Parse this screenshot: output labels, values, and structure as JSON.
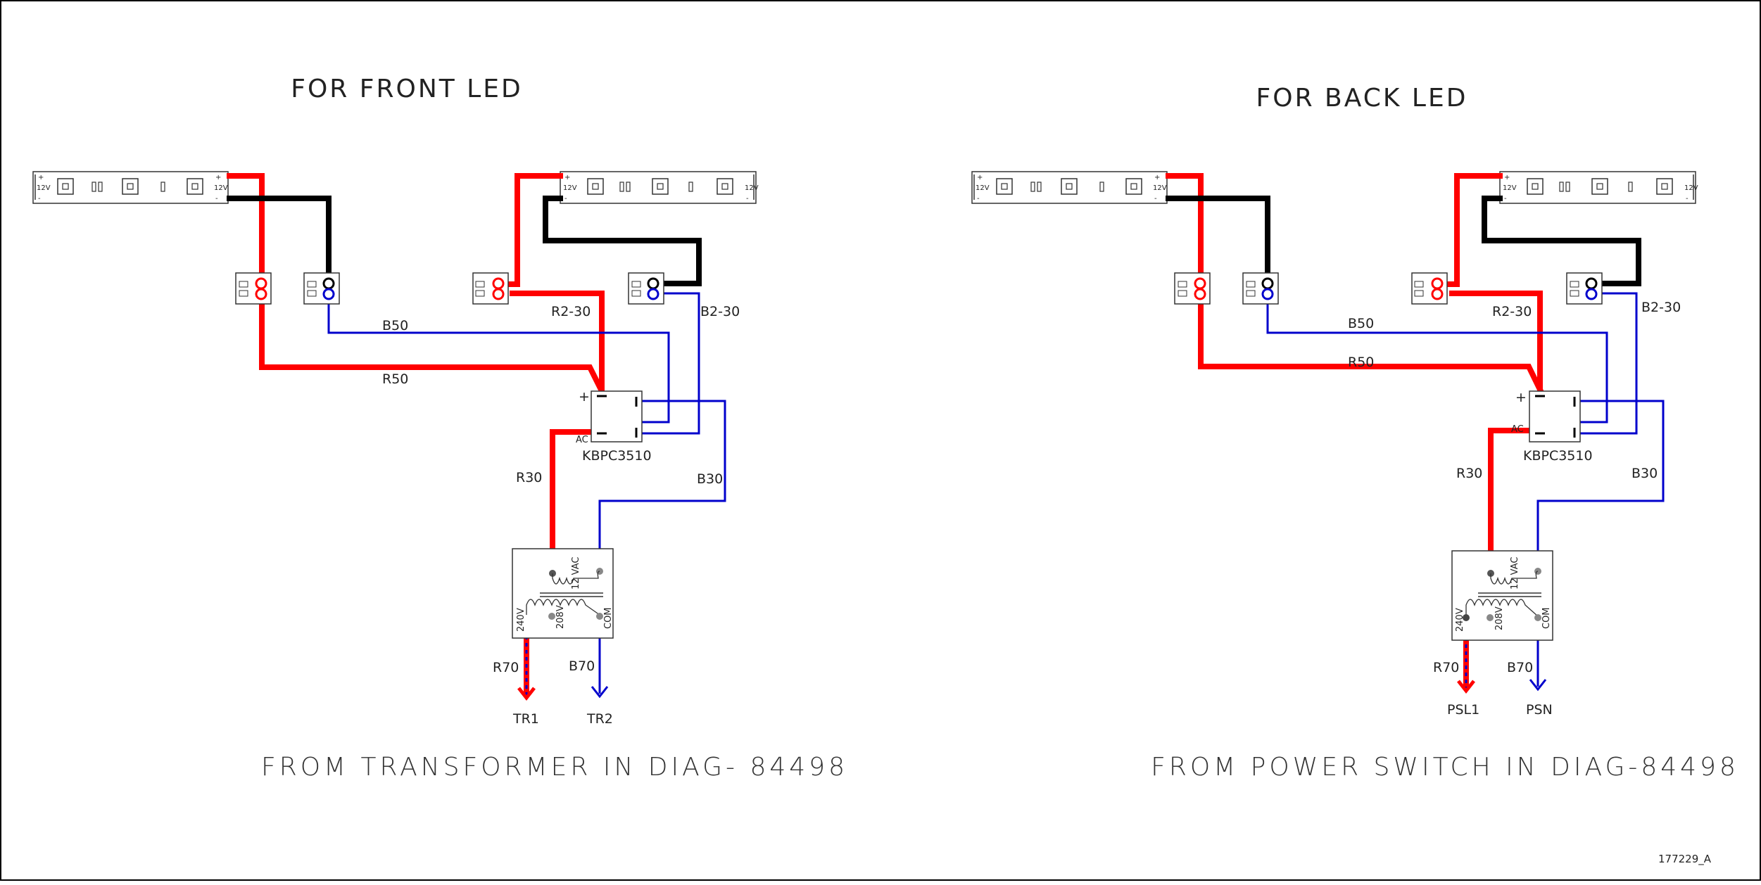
{
  "left": {
    "title": "FOR FRONT LED",
    "footer": "FROM TRANSFORMER IN DIAG- 84498",
    "wires": {
      "b50": "B50",
      "r50": "R50",
      "r2_30": "R2-30",
      "b2_30": "B2-30",
      "r30": "R30",
      "b30": "B30",
      "r70": "R70",
      "b70": "B70"
    },
    "rectifier": {
      "name": "KBPC3510",
      "plus": "+",
      "ac": "AC"
    },
    "transformer": {
      "secondary": "12 VAC",
      "tap1": "240V",
      "tap2": "208V",
      "com": "COM"
    },
    "terminals": {
      "a": "TR1",
      "b": "TR2"
    },
    "strip": {
      "plus": "+",
      "minus": "-",
      "voltage": "12V"
    }
  },
  "right": {
    "title": "FOR BACK LED",
    "footer": "FROM POWER SWITCH IN DIAG-84498",
    "wires": {
      "b50": "B50",
      "r50": "R50",
      "r2_30": "R2-30",
      "b2_30": "B2-30",
      "r30": "R30",
      "b30": "B30",
      "r70": "R70",
      "b70": "B70"
    },
    "rectifier": {
      "name": "KBPC3510",
      "plus": "+",
      "ac": "AC"
    },
    "transformer": {
      "secondary": "12 VAC",
      "tap1": "240V",
      "tap2": "208V",
      "com": "COM"
    },
    "terminals": {
      "a": "PSL1",
      "b": "PSN"
    },
    "strip": {
      "plus": "+",
      "minus": "-",
      "voltage": "12V"
    }
  },
  "document_id": "177229_A",
  "colors": {
    "positive": "#ff0000",
    "negative": "#000000",
    "ac_blue": "#0000cc",
    "ac_red": "#ff0000"
  }
}
